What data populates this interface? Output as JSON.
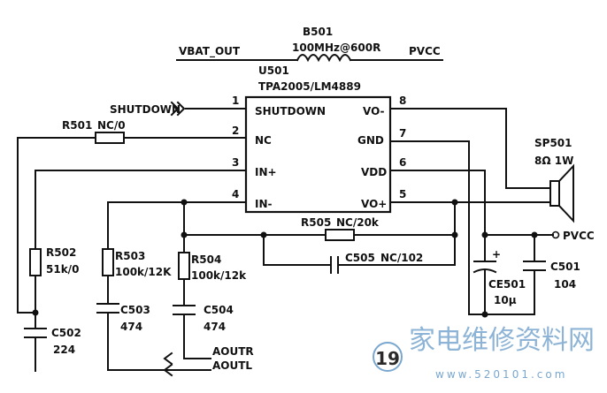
{
  "labels": {
    "vbat_out": "VBAT_OUT",
    "b501": "B501",
    "b501_value": "100MHz@600R",
    "pvcc_top": "PVCC",
    "u501": "U501",
    "ic_part": "TPA2005/LM4889",
    "shutdown_net": "SHUTDOWN",
    "r501": "R501",
    "r501_value": "NC/0",
    "sp501": "SP501",
    "sp501_value": "8Ω  1W",
    "r505": "R505",
    "r505_value": "NC/20k",
    "c505": "C505",
    "c505_value": "NC/102",
    "pvcc_right": "PVCC",
    "r502": "R502",
    "r502_value": "51k/0",
    "r503": "R503",
    "r503_value": "100k/12K",
    "r504": "R504",
    "r504_value": "100k/12k",
    "c501": "C501",
    "c501_value": "104",
    "ce501": "CE501",
    "ce501_value": "10μ",
    "ce501_polarity": "+",
    "c502": "C502",
    "c502_value": "224",
    "c503": "C503",
    "c503_value": "474",
    "c504": "C504",
    "c504_value": "474",
    "aoutr": "AOUTR",
    "aoutl": "AOUTL"
  },
  "ic_pins": {
    "p1_num": "1",
    "p1_name": "SHUTDOWN",
    "p2_num": "2",
    "p2_name": "NC",
    "p3_num": "3",
    "p3_name": "IN+",
    "p4_num": "4",
    "p4_name": "IN-",
    "p8_num": "8",
    "p8_name": "VO-",
    "p7_num": "7",
    "p7_name": "GND",
    "p6_num": "6",
    "p6_name": "VDD",
    "p5_num": "5",
    "p5_name": "VO+"
  },
  "watermark": {
    "badge": "19",
    "site_name": "家电维修资料网",
    "url": "www.520101.com"
  },
  "colors": {
    "ink": "#111111",
    "watermark": "#7aa7cf"
  }
}
